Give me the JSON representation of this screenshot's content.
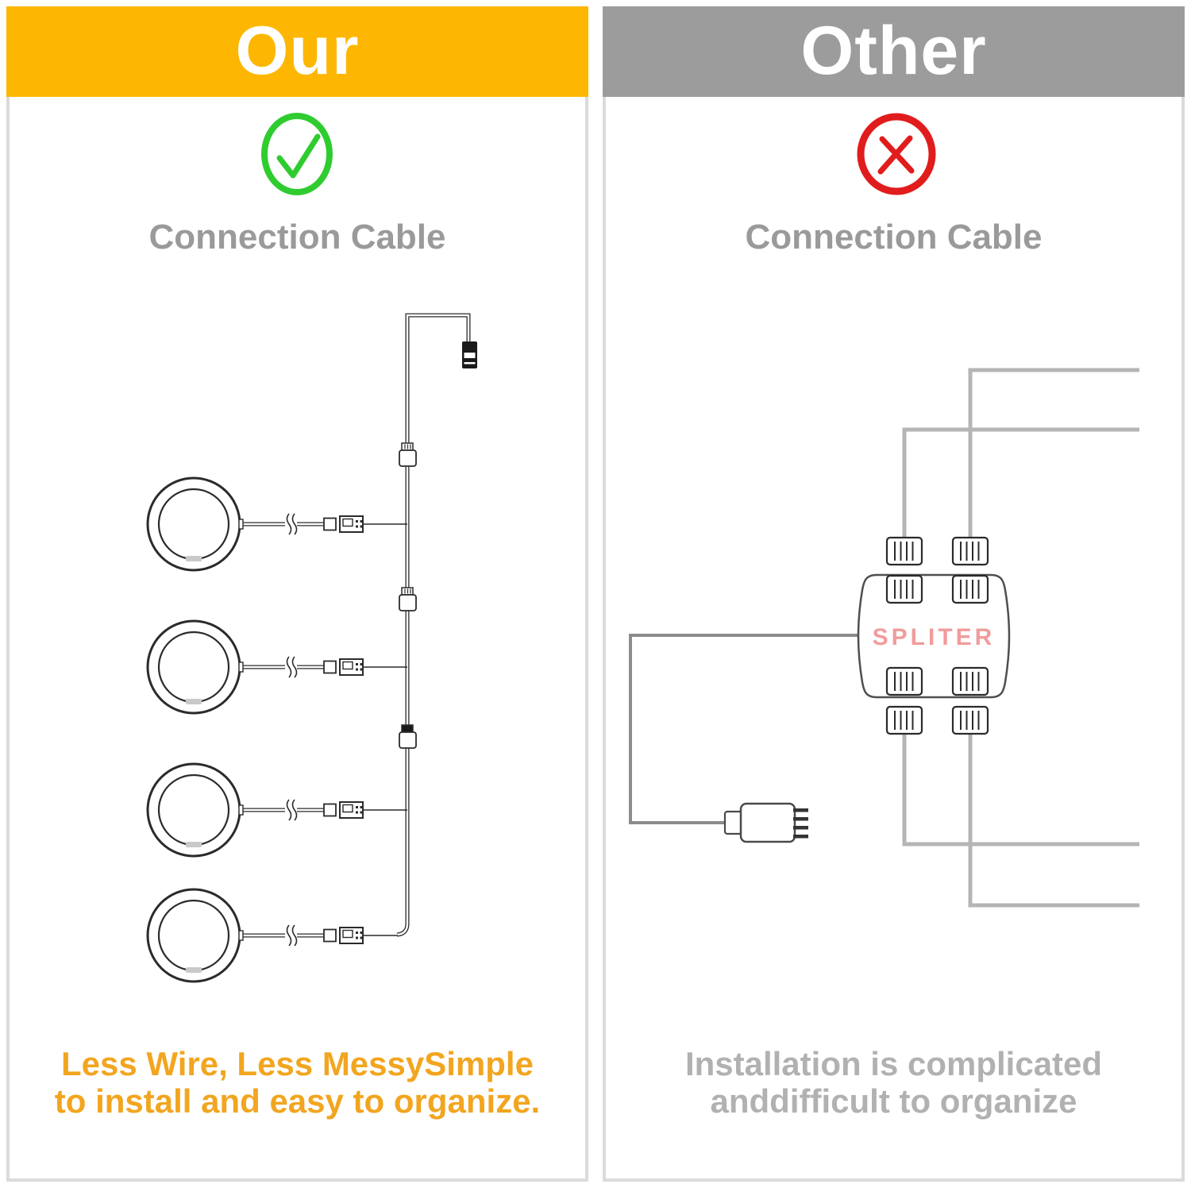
{
  "left_panel": {
    "header": {
      "label": "Our",
      "bg_color": "#FDB703",
      "text_color": "#FFFFFF"
    },
    "status": {
      "icon": "check-icon",
      "color": "#2FCC2F"
    },
    "subtitle": {
      "label": "Connection Cable",
      "color": "#9A9A9A"
    },
    "caption": {
      "line1": "Less Wire, Less MessySimple",
      "line2": "to install and easy to organize.",
      "color": "#F2A51F"
    }
  },
  "right_panel": {
    "header": {
      "label": "Other",
      "bg_color": "#9C9C9C",
      "text_color": "#FFFFFF"
    },
    "status": {
      "icon": "cross-icon",
      "color": "#E11C1C"
    },
    "subtitle": {
      "label": "Connection Cable",
      "color": "#9A9A9A"
    },
    "diagram": {
      "splitter_label": "SPLITER",
      "splitter_label_color": "#F19C9C"
    },
    "caption": {
      "line1": "Installation is complicated",
      "line2": "anddifficult to organize",
      "color": "#B1B1B1"
    }
  }
}
